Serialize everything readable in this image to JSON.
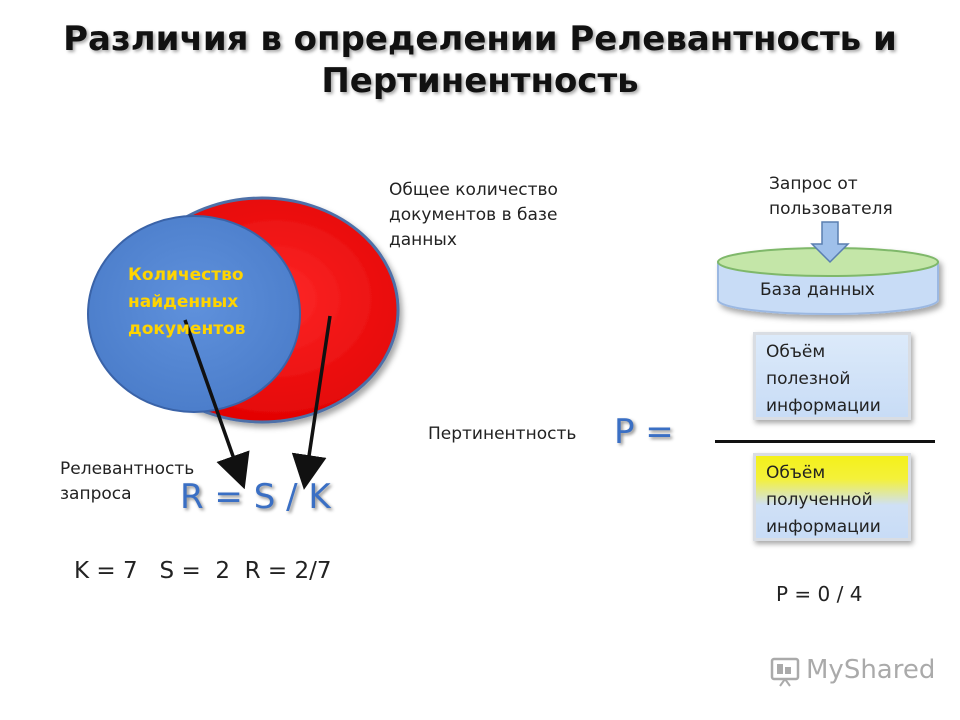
{
  "title": "Различия в определении Релевантность и Пертинентность",
  "colors": {
    "outer_ellipse": "#ff0000",
    "inner_ellipse": "#5a8ad6",
    "inner_label": "#ffd400",
    "formula": "#3a6fc4",
    "database_top": "#c4e6a8",
    "database_body": "#c8dcf6"
  },
  "left": {
    "inner_label": "Количество найденных документов",
    "outer_label": "Общее количество документов в базе данных",
    "relevance_label": "Релевантность запроса",
    "formula": "R = S / K",
    "example": "K = 7   S =  2  R = 2/7"
  },
  "right": {
    "query_label": "Запрос от пользователя",
    "database_label": "База данных",
    "pertinence_label": "Пертинентность",
    "formula": "P =",
    "numerator": "Объём полезной информации",
    "denominator": "Объём полученной информации",
    "example": "P = 0 / 4"
  },
  "watermark": {
    "text": "MyShared",
    "icon": "presentation-board-icon"
  }
}
